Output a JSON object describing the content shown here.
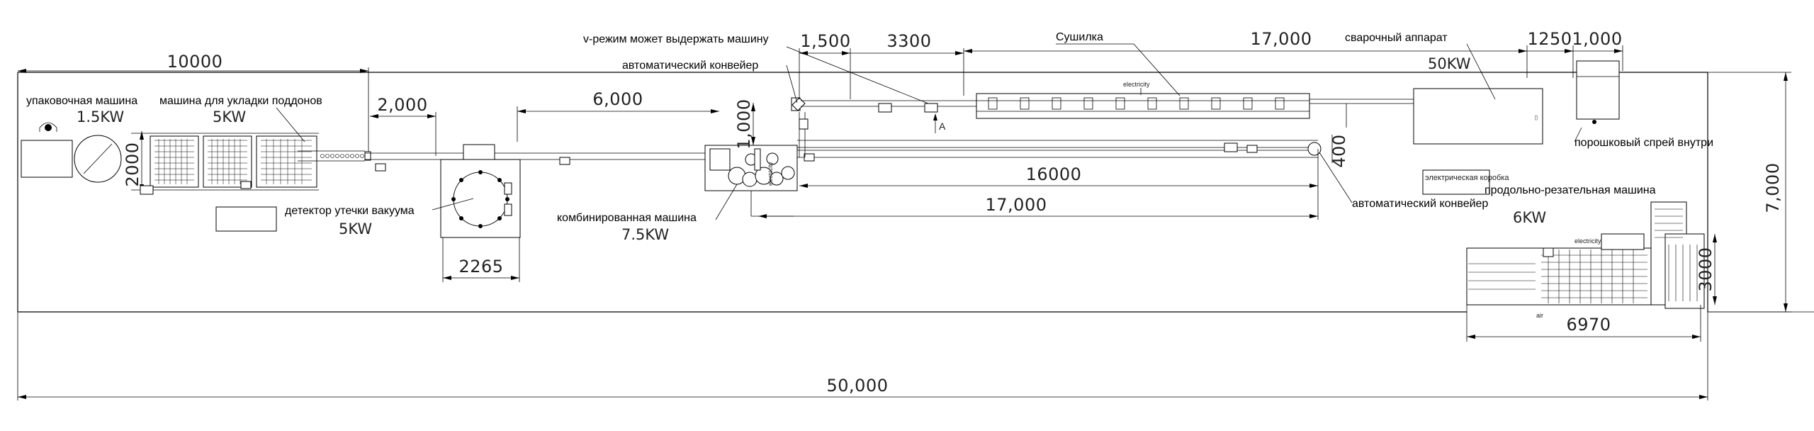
{
  "dimensions": {
    "overall_width": "50,000",
    "overall_height": "7,000",
    "left_section": "10000",
    "gap_to_detector": "2,000",
    "conveyor_span_6000": "6,000",
    "detector_width": "2265",
    "vmode_span": "1,500",
    "span_3300": "3300",
    "dryer_length": "17,000",
    "span_1250": "1250",
    "span_1000_right": "1,000",
    "span_1000_vertical": "1,000",
    "packing_height": "2000",
    "conveyor_16000": "16000",
    "conveyor_17000": "17,000",
    "offset_400": "400",
    "slitter_width": "6970",
    "slitter_height": "3000"
  },
  "labels": {
    "packing_machine": "упаковочная машина",
    "packing_power": "1.5KW",
    "palletizer": "машина для укладки поддонов",
    "palletizer_power": "5KW",
    "leak_detector": "детектор утечки вакуума",
    "leak_detector_power": "5KW",
    "combined_machine": "комбинированная машина",
    "combined_power": "7.5KW",
    "v_mode": "v-режим может выдержать машину",
    "auto_conveyor_top": "автоматический конвейер",
    "dryer": "Сушилка",
    "welder": "сварочный аппарат",
    "welder_power": "50KW",
    "powder_spray": "порошковый спрей внутри",
    "electric_box": "электрическая коробка",
    "slitter": "продольно-резательная машина",
    "slitter_power": "6KW",
    "auto_conveyor_bottom": "автоматический конвейер",
    "electricity_1": "electricity",
    "electricity_2": "electricity",
    "air": "air",
    "marker_a": "A"
  }
}
